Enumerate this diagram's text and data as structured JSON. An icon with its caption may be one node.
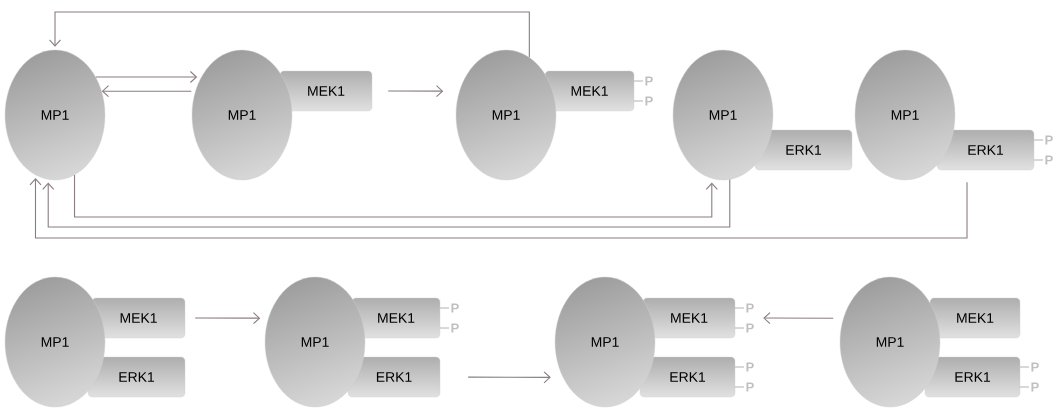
{
  "diagram": {
    "nodes": [
      {
        "text": [
          "MP1"
        ]
      },
      {
        "text": [
          "MP1"
        ]
      },
      {
        "text": [
          "MEK1"
        ]
      },
      {
        "text": [
          "MP1"
        ]
      },
      {
        "text": [
          "MEK1"
        ],
        "beside": [
          "P",
          "P"
        ]
      },
      {
        "text": [
          "MP1"
        ]
      },
      {
        "text": [
          "ERK1"
        ]
      },
      {
        "text": [
          "MP1"
        ]
      },
      {
        "text": [
          "ERK1"
        ],
        "beside": [
          "P",
          "P"
        ]
      },
      {
        "text": [
          "MP1"
        ]
      },
      {
        "text": [
          "MEK1"
        ]
      },
      {
        "text": [
          "ERK1"
        ]
      },
      {
        "text": [
          "MP1"
        ]
      },
      {
        "text": [
          "MEK1"
        ],
        "beside": [
          "P",
          "P"
        ]
      },
      {
        "text": [
          "ERK1"
        ]
      },
      {
        "text": [
          "MP1"
        ]
      },
      {
        "text": [
          "MEK1"
        ],
        "beside": [
          "P",
          "P"
        ]
      },
      {
        "text": [
          "ERK1"
        ],
        "beside": [
          "P",
          "P"
        ]
      },
      {
        "text": [
          "MP1"
        ]
      },
      {
        "text": [
          "MEK1"
        ]
      },
      {
        "text": [
          "ERK1"
        ],
        "beside": [
          "P",
          "P"
        ]
      }
    ],
    "edges": [
      {
        "from": 0,
        "to": 1,
        "arrow": "to"
      },
      {
        "from": 1,
        "to": 0,
        "arrow": "to"
      },
      {
        "from": 2,
        "to": 3,
        "arrow": "to"
      },
      {
        "from": 3,
        "to": 0,
        "arrow": "to"
      },
      {
        "from": 0,
        "to": 5,
        "arrow": "to"
      },
      {
        "from": 5,
        "to": 0,
        "arrow": "to"
      },
      {
        "from": 8,
        "to": 0,
        "arrow": "to"
      },
      {
        "from": 10,
        "to": 12,
        "arrow": "to"
      },
      {
        "from": 14,
        "to": 15,
        "arrow": "to"
      },
      {
        "from": 18,
        "to": 16,
        "arrow": "to"
      }
    ]
  }
}
